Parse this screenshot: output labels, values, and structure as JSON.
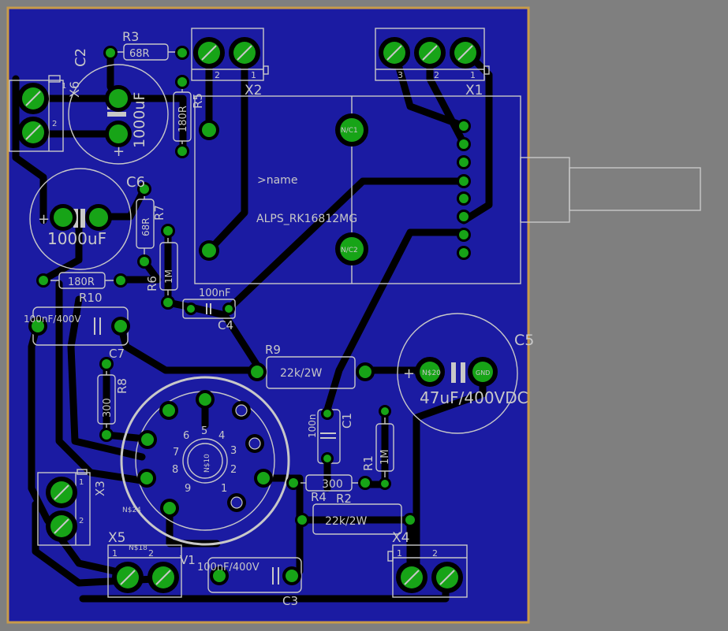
{
  "colors": {
    "background": "#7f7f7f",
    "board": "#1b1ba2",
    "outline": "#c89b4a",
    "trace": "#000000",
    "silk": "#c8c8c8",
    "pad": "#17a417"
  },
  "components": {
    "r3": {
      "name": "R3",
      "value": "68R"
    },
    "r5": {
      "name": "R5",
      "value": "180R"
    },
    "r7": {
      "name": "R7",
      "value": "68R"
    },
    "r6": {
      "name": "R6",
      "value": "1M"
    },
    "r10": {
      "name": "R10",
      "value": "180R"
    },
    "r8": {
      "name": "R8",
      "value": "300"
    },
    "r9": {
      "name": "R9",
      "value": "22k/2W"
    },
    "r4": {
      "name": "R4",
      "value": "300"
    },
    "r2": {
      "name": "R2",
      "value": "22k/2W"
    },
    "r1": {
      "name": "R1",
      "value": "1M"
    },
    "c1": {
      "name": "C1",
      "value": "100n"
    },
    "c2": {
      "name": "C2",
      "value": "1000uF"
    },
    "c3": {
      "name": "C3",
      "value": "100nF/400V"
    },
    "c4": {
      "name": "C4",
      "value": "100nF"
    },
    "c5": {
      "name": "C5",
      "value": "47uF/400VDC",
      "pin_a": "N$20",
      "pin_b": "GND"
    },
    "c6": {
      "name": "C6",
      "value": "1000uF"
    },
    "c7": {
      "name": "C7",
      "value": "100nF/400V"
    },
    "pot": {
      "name": ">name",
      "value": "ALPS_RK16812MG",
      "nc1": "N/C1",
      "nc2": "N/C2"
    },
    "tube": {
      "name": "V1",
      "center_label": "N$10",
      "pin_labels": [
        "6",
        "5",
        "4",
        "3",
        "2",
        "1",
        "9",
        "8",
        "7"
      ],
      "net_a": "N$24",
      "net_b": "N$18"
    },
    "x1": {
      "name": "X1",
      "pins": [
        "3",
        "2",
        "1"
      ]
    },
    "x2": {
      "name": "X2",
      "pins": [
        "2",
        "1"
      ]
    },
    "x3": {
      "name": "X3",
      "pins": [
        "1",
        "2"
      ]
    },
    "x4": {
      "name": "X4",
      "pins": [
        "1",
        "2"
      ]
    },
    "x5": {
      "name": "X5",
      "pins": [
        "1",
        "2"
      ]
    },
    "x6": {
      "name": "X6",
      "pins": [
        "1",
        "2"
      ]
    }
  }
}
